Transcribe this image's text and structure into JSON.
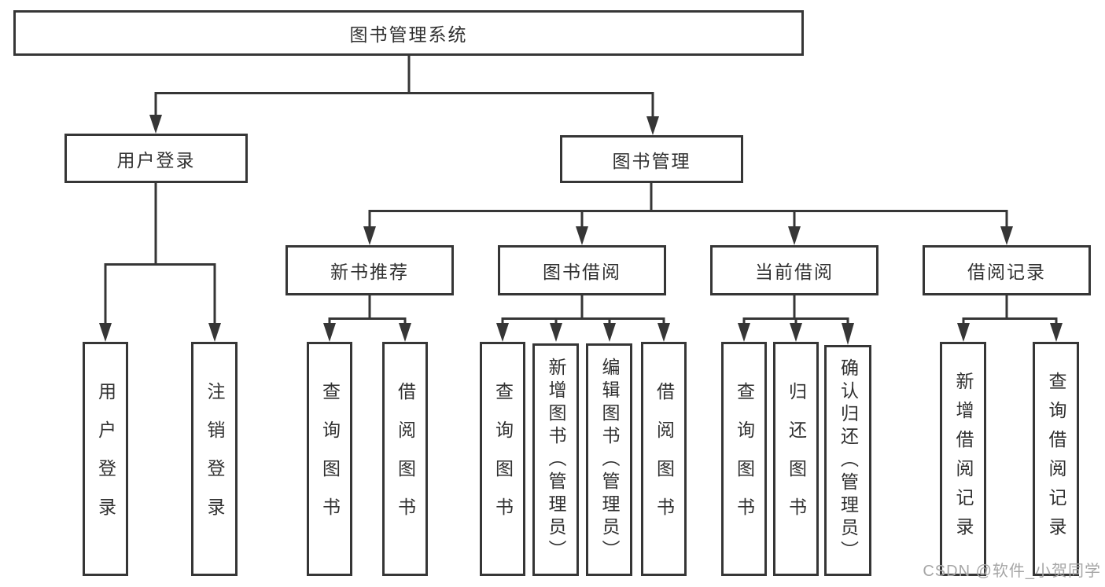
{
  "diagram": {
    "root": {
      "label": "图书管理系统"
    },
    "branches": [
      {
        "label": "用户登录",
        "children": [
          {
            "label": "用户登录"
          },
          {
            "label": "注销登录"
          }
        ]
      },
      {
        "label": "图书管理",
        "children": [
          {
            "label": "新书推荐",
            "children": [
              {
                "label": "查询图书"
              },
              {
                "label": "借阅图书"
              }
            ]
          },
          {
            "label": "图书借阅",
            "children": [
              {
                "label": "查询图书"
              },
              {
                "label": "新增图书（管理员）"
              },
              {
                "label": "编辑图书（管理员）"
              },
              {
                "label": "借阅图书"
              }
            ]
          },
          {
            "label": "当前借阅",
            "children": [
              {
                "label": "查询图书"
              },
              {
                "label": "归还图书"
              },
              {
                "label": "确认归还（管理员）"
              }
            ]
          },
          {
            "label": "借阅记录",
            "children": [
              {
                "label": "新增借阅记录"
              },
              {
                "label": "查询借阅记录"
              }
            ]
          }
        ]
      }
    ]
  },
  "watermark": {
    "text": "CSDN @软件_小贺同学"
  },
  "colors": {
    "line": "#363636",
    "box_fill": "#ffffff",
    "text": "#303030",
    "watermark": "#a6a6a6",
    "background": "#ffffff"
  }
}
